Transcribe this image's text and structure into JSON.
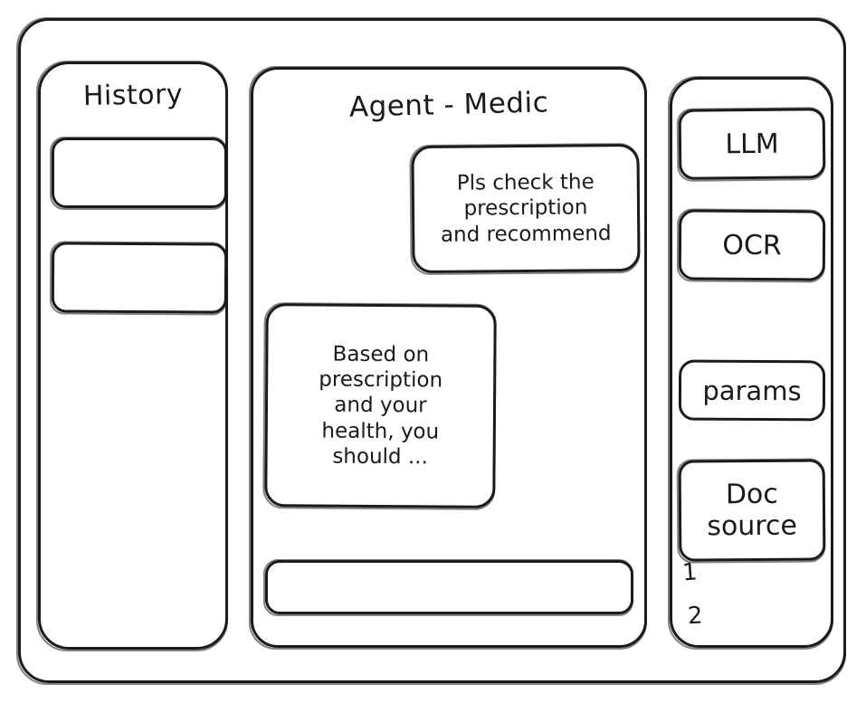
{
  "window": {
    "frame_name": "app-window"
  },
  "history": {
    "title": "History",
    "items": [
      {
        "label": ""
      },
      {
        "label": ""
      }
    ]
  },
  "agent": {
    "title": "Agent - Medic",
    "messages": [
      {
        "role": "user",
        "text": "Pls check the\nprescription\nand recommend"
      },
      {
        "role": "assistant",
        "text": "Based on\nprescription\nand your\nhealth, you\nshould ..."
      }
    ],
    "composer": {
      "value": "",
      "placeholder": ""
    }
  },
  "tools": {
    "buttons": [
      {
        "label": "LLM"
      },
      {
        "label": "OCR"
      },
      {
        "label": "params"
      }
    ],
    "doc_source": {
      "label": "Doc\nsource",
      "markers": [
        "1",
        "2"
      ]
    }
  },
  "colors": {
    "ink": "#1b1b1b",
    "background": "#ffffff"
  }
}
